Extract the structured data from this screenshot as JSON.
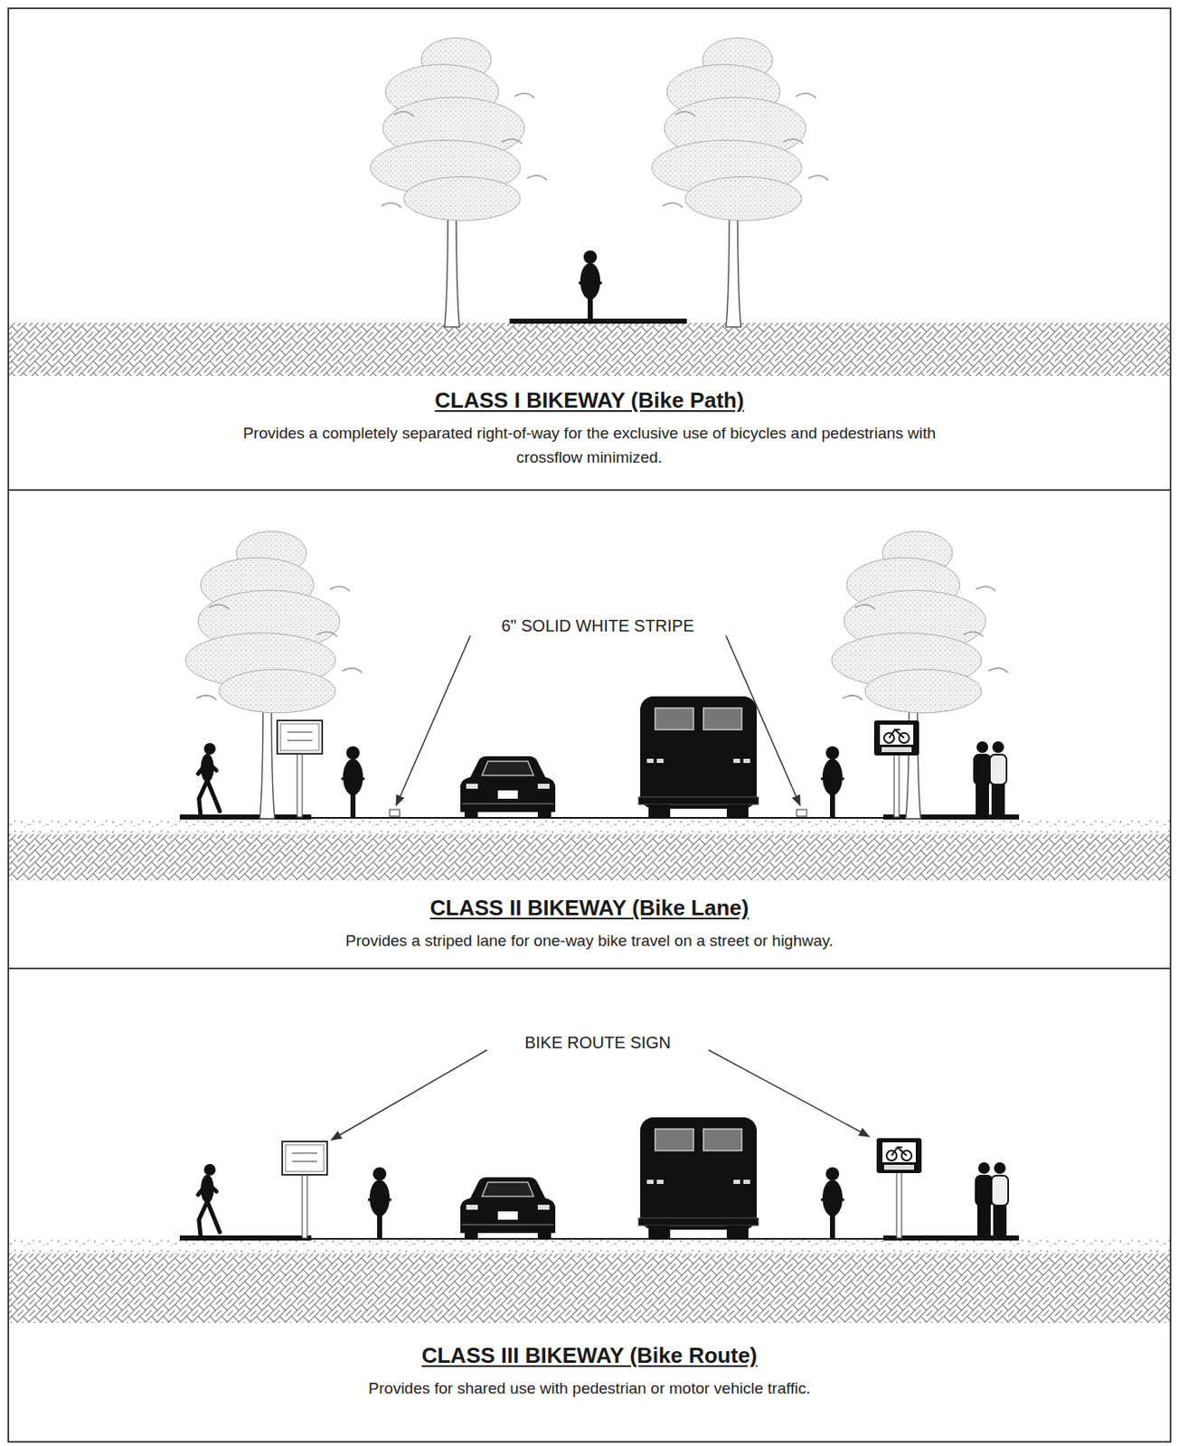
{
  "diagram": {
    "nodes": [
      {
        "text": [
          "CLASS I BIKEWAY (Bike Path)",
          "Provides a completely separated right-of-way for the exclusive use of bicycles and pedestrians with crossflow minimized."
        ]
      },
      {
        "text": [
          "CLASS II BIKEWAY (Bike Lane)",
          "Provides a striped lane for one-way bike travel on a street or highway."
        ]
      },
      {
        "text": [
          "CLASS III BIKEWAY (Bike Route)",
          "Provides for shared use with pedestrian or motor vehicle traffic."
        ]
      }
    ],
    "labels": [
      "6\" SOLID WHITE STRIPE",
      "BIKE ROUTE SIGN"
    ]
  }
}
